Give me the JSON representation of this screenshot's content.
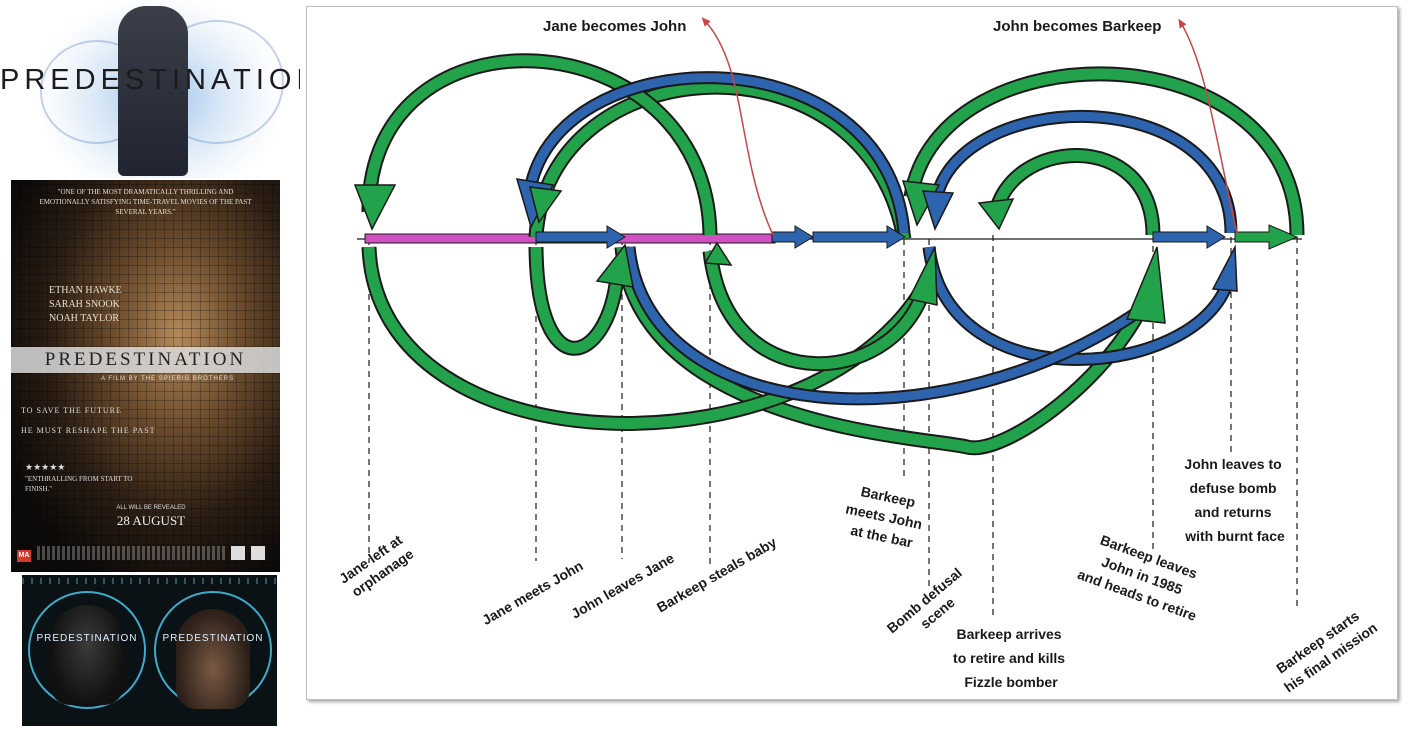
{
  "posters": {
    "top": {
      "title": "PREDESTINATION"
    },
    "middle": {
      "quote": "\"ONE OF THE MOST DRAMATICALLY THRILLING AND EMOTIONALLY SATISFYING TIME-TRAVEL MOVIES OF THE PAST SEVERAL YEARS.\"",
      "cast": [
        "ETHAN HAWKE",
        "SARAH SNOOK",
        "NOAH TAYLOR"
      ],
      "title": "PREDESTINATION",
      "byline": "A FILM BY THE SPIERIG BROTHERS",
      "tagline_1": "TO SAVE THE FUTURE",
      "tagline_2": "HE MUST RESHAPE THE PAST",
      "stars": "★★★★★",
      "review": "\"ENTHRALLING FROM START TO FINISH.\"",
      "reveal": "ALL WILL BE REVEALED",
      "date": "28 AUGUST",
      "rating": "MA"
    },
    "bottom": {
      "title_left": "PREDESTINATION",
      "title_right": "PREDESTINATION"
    }
  },
  "diagram": {
    "colors": {
      "green": "#22a24a",
      "blue": "#2e63ad",
      "magenta": "#d24fc2",
      "red": "#c8464a",
      "outline": "#1a1a1a"
    },
    "top_labels": [
      "Jane becomes John",
      "John becomes Barkeep"
    ],
    "events": [
      {
        "lines": [
          "Jane left at",
          "orphanage"
        ]
      },
      {
        "lines": [
          "Jane meets John"
        ]
      },
      {
        "lines": [
          "John leaves Jane"
        ]
      },
      {
        "lines": [
          "Barkeep steals baby"
        ]
      },
      {
        "lines": [
          "Barkeep",
          "meets John",
          "at the bar"
        ]
      },
      {
        "lines": [
          "Bomb defusal",
          "scene"
        ]
      },
      {
        "lines": [
          "Barkeep arrives",
          "to retire and kills",
          "Fizzle bomber"
        ]
      },
      {
        "lines": [
          "Barkeep leaves",
          "John in 1985",
          "and heads to retire"
        ]
      },
      {
        "lines": [
          "John leaves to",
          "defuse bomb",
          "and returns",
          "with burnt face"
        ]
      },
      {
        "lines": [
          "Barkeep starts",
          "his final mission"
        ]
      }
    ]
  }
}
